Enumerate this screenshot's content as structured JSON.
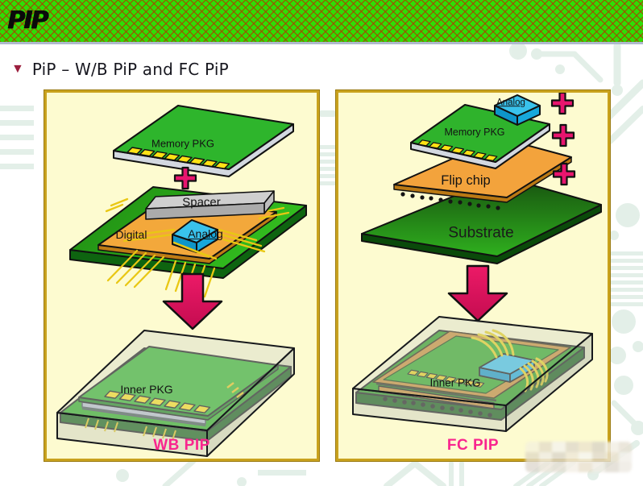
{
  "header": {
    "logo_text": "PIP"
  },
  "heading": {
    "bullet": "▼",
    "title": "PiP – W/B PiP and FC PiP"
  },
  "wb_panel": {
    "caption": "WB PIP",
    "labels": {
      "memory_pkg": "Memory PKG",
      "spacer": "Spacer",
      "digital": "Digital",
      "analog": "Analog",
      "inner_pkg": "Inner PKG"
    }
  },
  "fc_panel": {
    "caption": "FC PIP",
    "labels": {
      "analog": "Analog",
      "memory_pkg": "Memory PKG",
      "flip_chip": "Flip chip",
      "substrate": "Substrate",
      "inner_pkg": "Inner PKG"
    }
  },
  "colors": {
    "header_green": "#2FDD05",
    "header_hatch": "#AA4000",
    "panel_bg": "#FDFBD0",
    "panel_border": "#C9A21E",
    "caption_pink": "#F9258E",
    "plus_crimson": "#E8156E",
    "arrow_crimson": "#D8105A",
    "board_green": "#2FB32C",
    "flipchip_orange": "#F3A83B",
    "analog_cyan": "#39C2EC",
    "wire_yellow": "#E9C713"
  }
}
